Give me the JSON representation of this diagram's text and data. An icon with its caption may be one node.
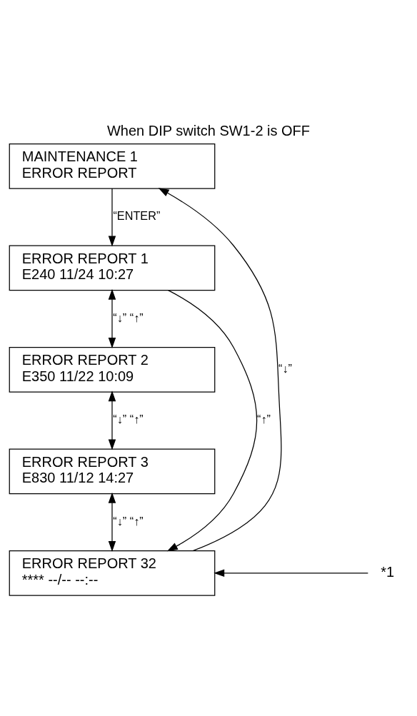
{
  "diagram": {
    "title": "When DIP switch SW1-2 is OFF",
    "nodes": [
      {
        "text": [
          "MAINTENANCE 1",
          "ERROR REPORT"
        ]
      },
      {
        "text": [
          "ERROR REPORT 1",
          "E240 11/24 10:27"
        ]
      },
      {
        "text": [
          "ERROR REPORT 2",
          "E350 11/22 10:09"
        ]
      },
      {
        "text": [
          "ERROR REPORT 3",
          "E830 11/12 14:27"
        ]
      },
      {
        "text": [
          "ERROR REPORT 32",
          "**** --/-- --:--"
        ]
      },
      {
        "text": [
          "*1"
        ]
      }
    ],
    "edges": [
      {
        "from": 0,
        "to": 1,
        "arrow": "to",
        "label": "“ENTER”"
      },
      {
        "from": 1,
        "to": 2,
        "arrow": "both",
        "label": "“↓” “↑”"
      },
      {
        "from": 2,
        "to": 3,
        "arrow": "both",
        "label": "“↓” “↑”"
      },
      {
        "from": 3,
        "to": 4,
        "arrow": "both",
        "label": "“↓” “↑”"
      },
      {
        "from": 1,
        "to": 4,
        "arrow": "to",
        "label": "“↑”"
      },
      {
        "from": 4,
        "to": 0,
        "arrow": "to",
        "label": "“↓”"
      },
      {
        "from": 5,
        "to": 4,
        "arrow": "to"
      }
    ]
  }
}
